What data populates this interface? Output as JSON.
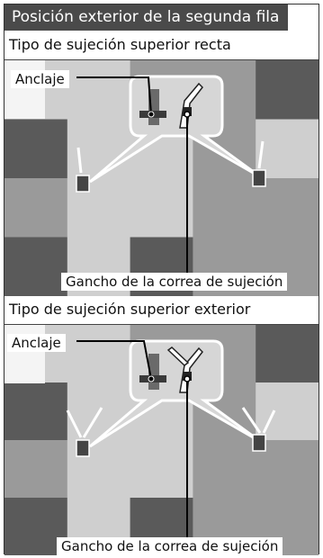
{
  "header": {
    "title": "Posición exterior de la segunda fila"
  },
  "figures": [
    {
      "title": "Tipo de sujeción superior recta",
      "anchor_label": "Anclaje",
      "hook_label": "Gancho de la correa de sujeción",
      "tether_type": "straight"
    },
    {
      "title": "Tipo de sujeción superior exterior",
      "anchor_label": "Anclaje",
      "hook_label": "Gancho de la correa de sujeción",
      "tether_type": "outer"
    }
  ],
  "colors": {
    "header_bg": "#4a4a4a",
    "mosaic_dark": "#5a5a5a",
    "mosaic_mid": "#9a9a9a",
    "mosaic_light": "#cfcfcf"
  }
}
